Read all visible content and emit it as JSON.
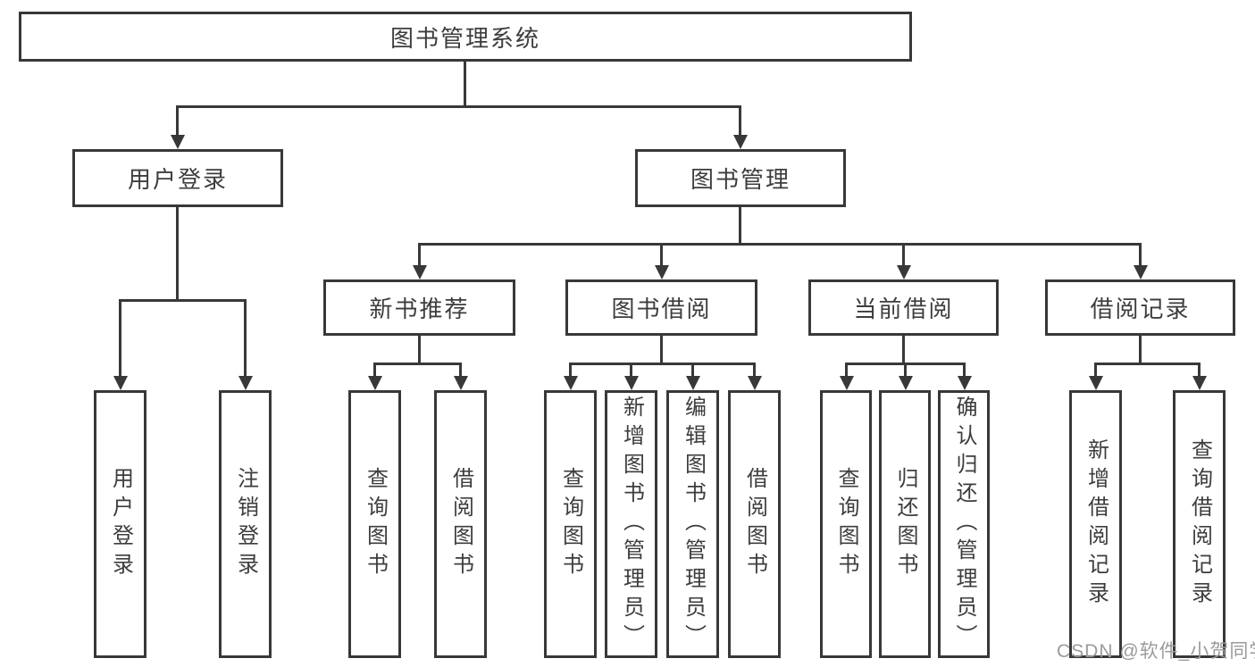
{
  "colors": {
    "line": "#383838",
    "text": "#3d3d3d",
    "background": "#ffffff",
    "watermark": "#9b9b9b"
  },
  "page": {
    "watermark": "CSDN @软件_小贺同学"
  },
  "tree": {
    "root": {
      "label": "图书管理系统"
    },
    "level2": [
      {
        "id": "user-login-group",
        "label": "用户登录",
        "parent": "图书管理系统"
      },
      {
        "id": "book-management",
        "label": "图书管理",
        "parent": "图书管理系统"
      }
    ],
    "level3": [
      {
        "id": "new-book-recommend",
        "label": "新书推荐",
        "parent": "图书管理"
      },
      {
        "id": "book-borrowing",
        "label": "图书借阅",
        "parent": "图书管理"
      },
      {
        "id": "current-borrowing",
        "label": "当前借阅",
        "parent": "图书管理"
      },
      {
        "id": "borrowing-records",
        "label": "借阅记录",
        "parent": "图书管理"
      }
    ],
    "level4": [
      {
        "id": "user-login",
        "label": "用户登录",
        "parent": "用户登录"
      },
      {
        "id": "logout",
        "label": "注销登录",
        "parent": "用户登录"
      },
      {
        "id": "query-books-recommend",
        "label": "查询图书",
        "parent": "新书推荐"
      },
      {
        "id": "borrow-books-recommend",
        "label": "借阅图书",
        "parent": "新书推荐"
      },
      {
        "id": "query-books-borrowing",
        "label": "查询图书",
        "parent": "图书借阅"
      },
      {
        "id": "add-books-admin",
        "label": "新增图书（管理员）",
        "parent": "图书借阅"
      },
      {
        "id": "edit-books-admin",
        "label": "编辑图书（管理员）",
        "parent": "图书借阅"
      },
      {
        "id": "borrow-books-borrowing",
        "label": "借阅图书",
        "parent": "图书借阅"
      },
      {
        "id": "query-books-current",
        "label": "查询图书",
        "parent": "当前借阅"
      },
      {
        "id": "return-books",
        "label": "归还图书",
        "parent": "当前借阅"
      },
      {
        "id": "confirm-return-admin",
        "label": "确认归还（管理员）",
        "parent": "当前借阅"
      },
      {
        "id": "add-borrow-record",
        "label": "新增借阅记录",
        "parent": "借阅记录"
      },
      {
        "id": "query-borrow-record",
        "label": "查询借阅记录",
        "parent": "借阅记录"
      }
    ]
  }
}
